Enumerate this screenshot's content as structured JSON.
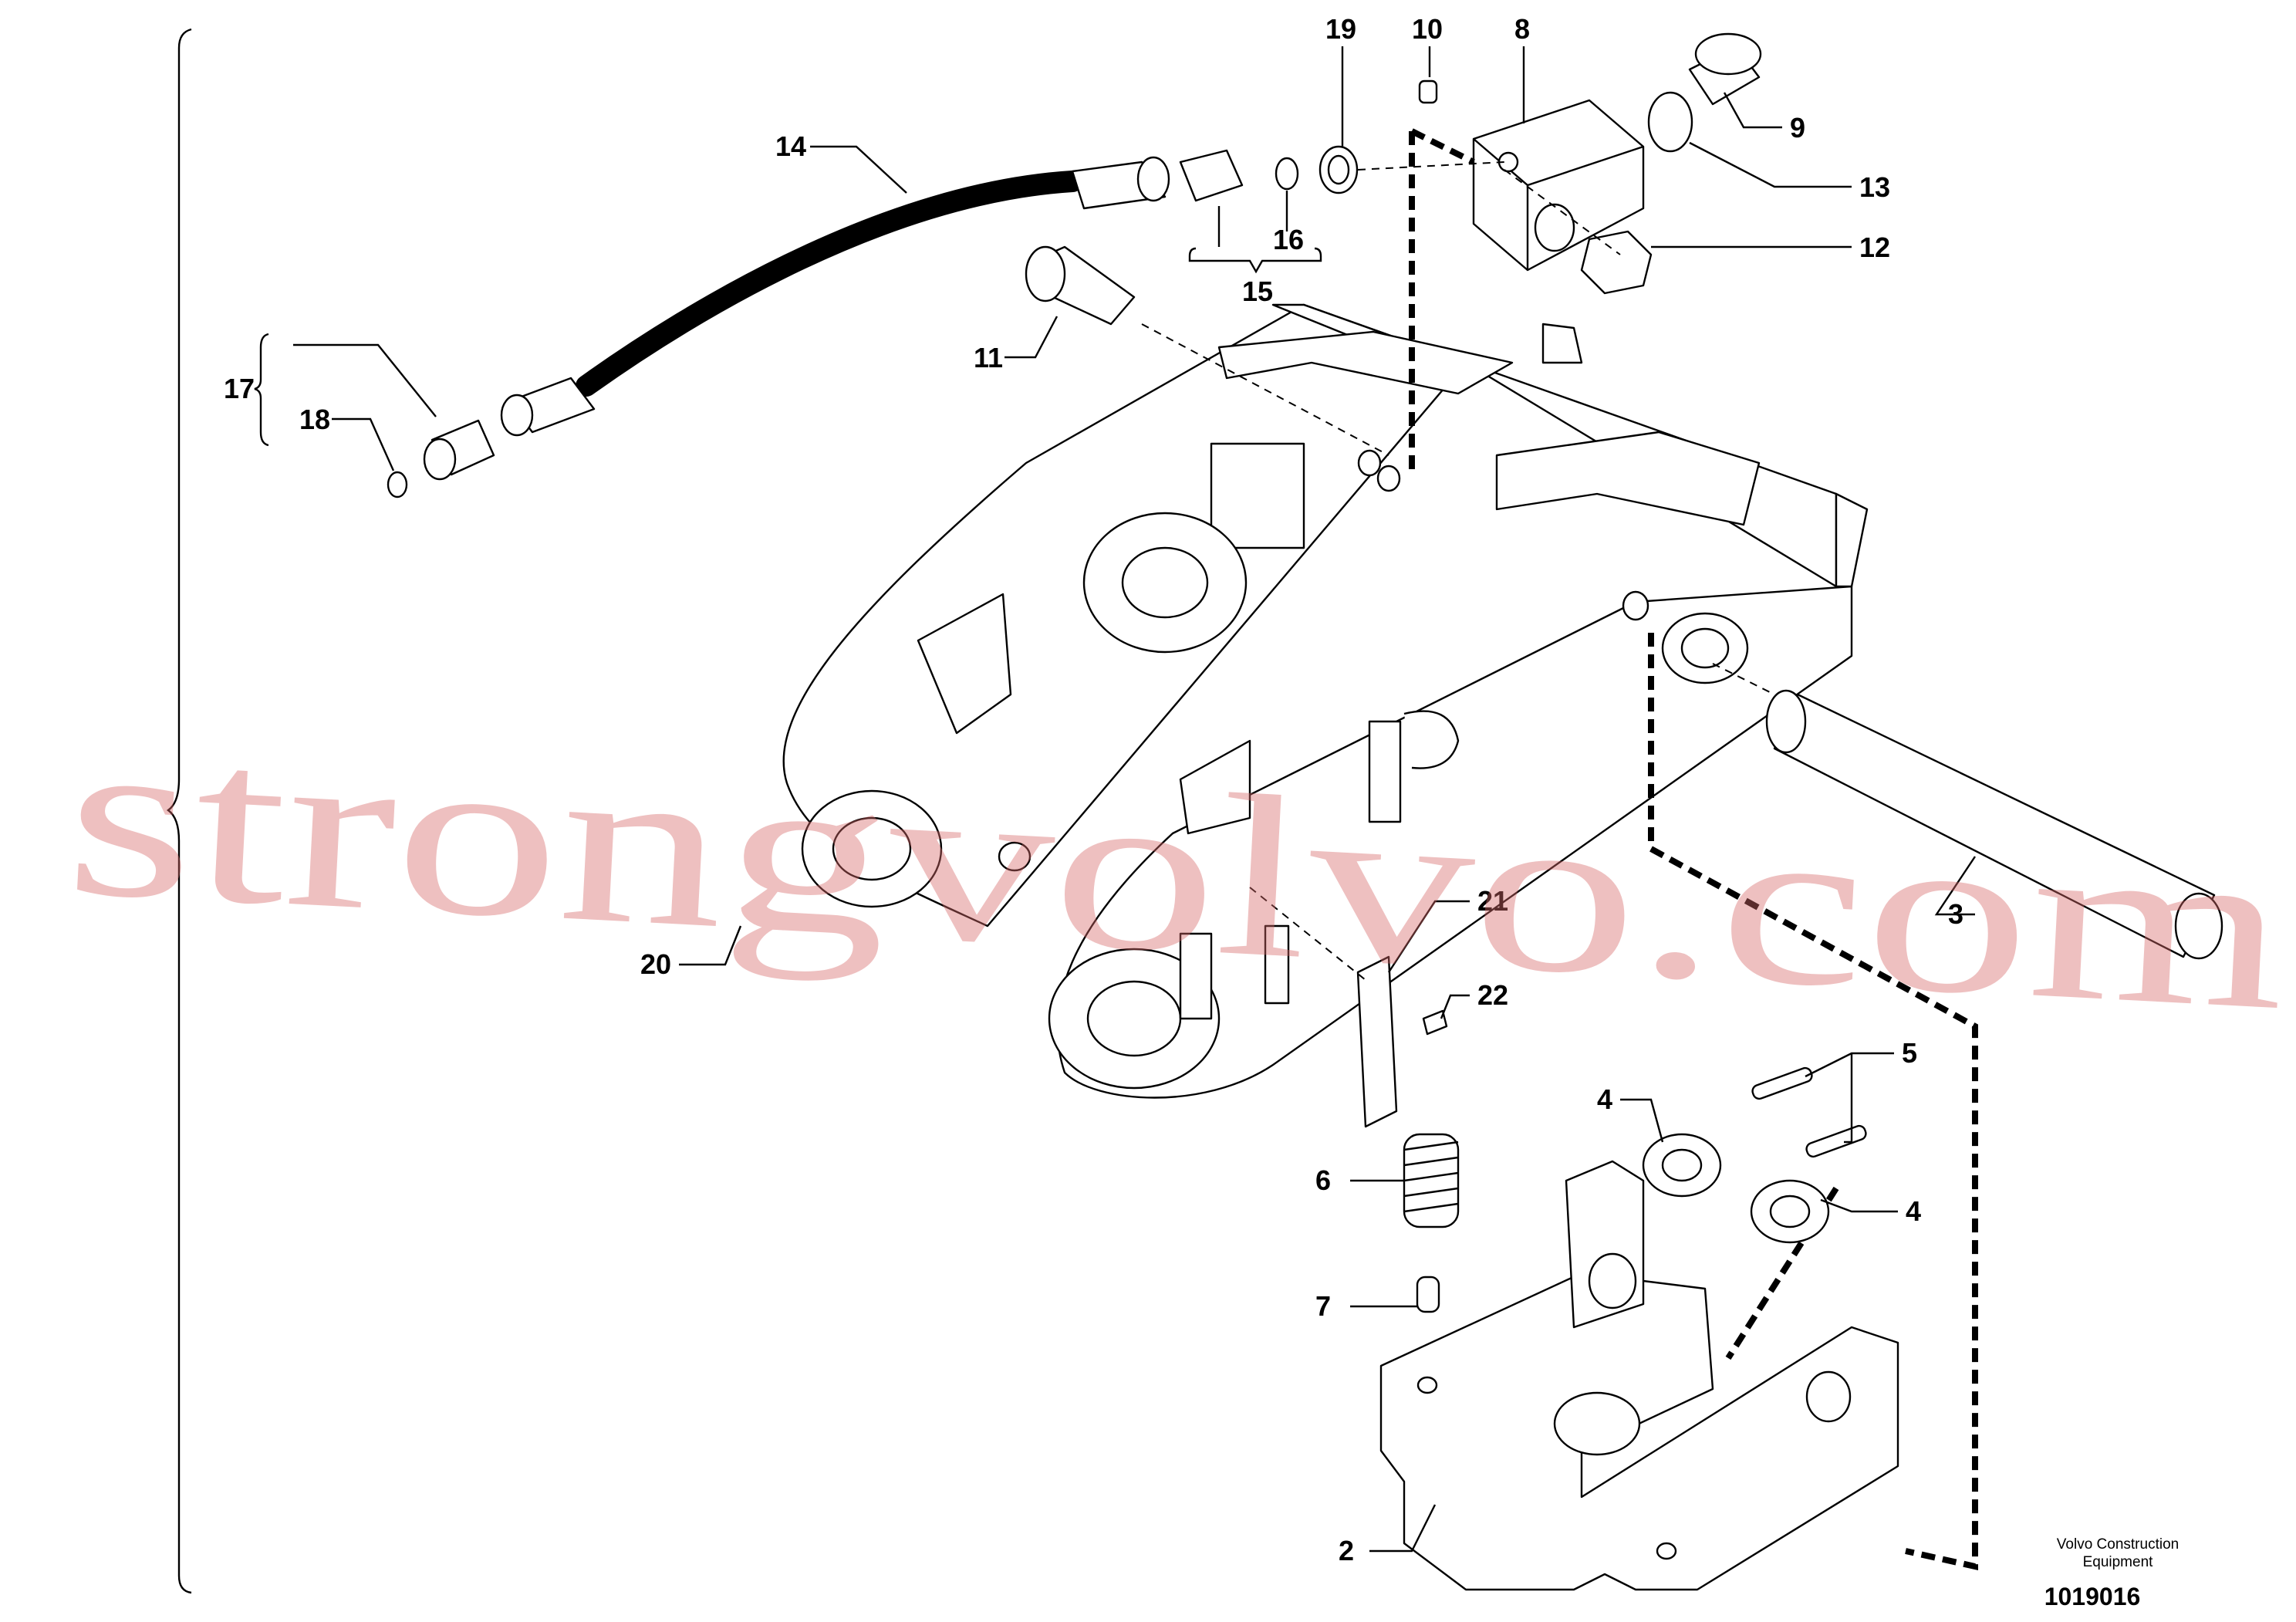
{
  "diagram": {
    "callouts": {
      "c2": "2",
      "c3": "3",
      "c4a": "4",
      "c4b": "4",
      "c5": "5",
      "c6": "6",
      "c7": "7",
      "c8": "8",
      "c9": "9",
      "c10": "10",
      "c11": "11",
      "c12": "12",
      "c13": "13",
      "c14": "14",
      "c15": "15",
      "c16": "16",
      "c17": "17",
      "c18": "18",
      "c19": "19",
      "c20": "20",
      "c21": "21",
      "c22": "22"
    },
    "watermark": "strongvolvo.com",
    "publisher_line1": "Volvo Construction",
    "publisher_line2": "Equipment",
    "doc_number": "1019016"
  }
}
